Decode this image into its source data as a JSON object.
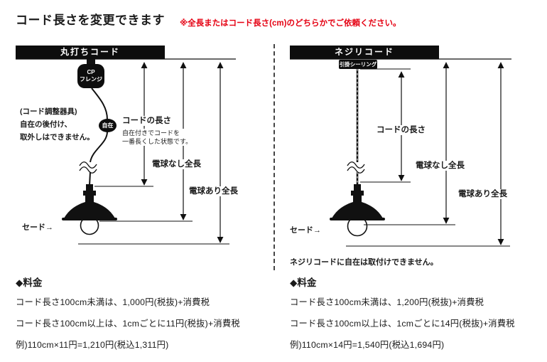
{
  "page": {
    "title": "コード長さを変更できます",
    "note": "※全長またはコード長さ(cm)のどちらかでご依頼ください。"
  },
  "colors": {
    "accent_red": "#e50012",
    "ink": "#1a1a1a",
    "bar_black": "#0d0d0d"
  },
  "left_panel": {
    "header": "丸打ちコード",
    "flange_label": "CP\nフレンジ",
    "adjuster_label": "自在",
    "adjuster_note": "(コード調整器具)\n自在の後付け、\n取外しはできません。",
    "cord_length_title": "コードの長さ",
    "cord_length_desc": "自在付きでコードを\n一番長くした状態です。",
    "total_no_bulb": "電球なし全長",
    "total_with_bulb": "電球あり全長",
    "shade_label": "セード→",
    "pricing": {
      "heading": "◆料金",
      "lines": [
        "コード長さ100cm未満は、1,000円(税抜)+消費税",
        "コード長さ100cm以上は、1cmごとに11円(税抜)+消費税",
        "例)110cm×11円=1,210円(税込1,311円)"
      ]
    }
  },
  "right_panel": {
    "header": "ネジリコード",
    "ceiling_label": "引掛シーリング",
    "cord_length_title": "コードの長さ",
    "total_no_bulb": "電球なし全長",
    "total_with_bulb": "電球あり全長",
    "shade_label": "セード→",
    "note": "ネジリコードに自在は取付けできません。",
    "pricing": {
      "heading": "◆料金",
      "lines": [
        "コード長さ100cm未満は、1,200円(税抜)+消費税",
        "コード長さ100cm以上は、1cmごとに14円(税抜)+消費税",
        "例)110cm×14円=1,540円(税込1,694円)"
      ]
    }
  }
}
